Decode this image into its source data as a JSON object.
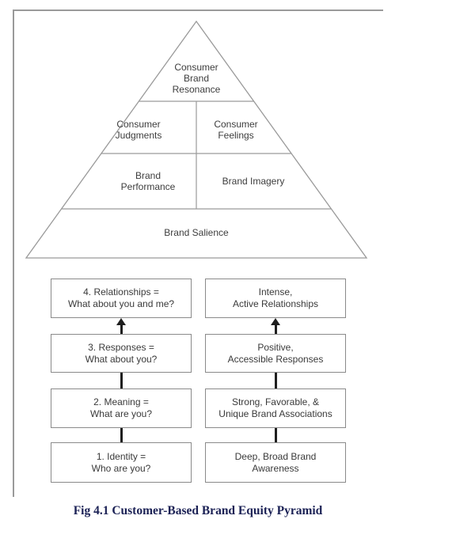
{
  "pyramid": {
    "resonance": "Consumer\nBrand\nResonance",
    "judgments": "Consumer\nJudgments",
    "feelings": "Consumer\nFeelings",
    "performance": "Brand\nPerformance",
    "imagery": "Brand Imagery",
    "salience": "Brand Salience"
  },
  "stages": [
    {
      "question": "4. Relationships =\nWhat about you and me?",
      "objective": "Intense,\nActive Relationships"
    },
    {
      "question": "3. Responses =\nWhat about you?",
      "objective": "Positive,\nAccessible Responses"
    },
    {
      "question": "2. Meaning =\nWhat are you?",
      "objective": "Strong, Favorable, &\nUnique Brand Associations"
    },
    {
      "question": "1. Identity =\nWho are you?",
      "objective": "Deep, Broad Brand\nAwareness"
    }
  ],
  "caption": "Fig 4.1 Customer-Based Brand Equity Pyramid",
  "colors": {
    "pyramid_line": "#9a9a9a",
    "box_border": "#8a8a8a",
    "diagram_text": "#3a3a3a",
    "connector": "#1f1f1f",
    "caption_text": "#1b2155",
    "background": "#ffffff"
  }
}
